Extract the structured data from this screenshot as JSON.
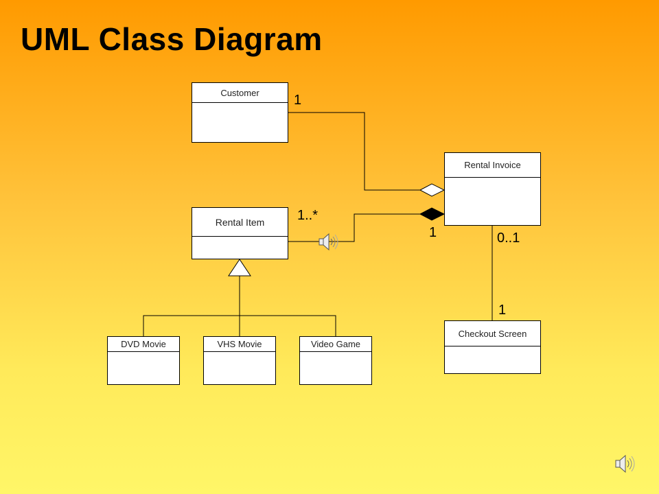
{
  "slide": {
    "title": "UML Class Diagram"
  },
  "classes": {
    "customer": "Customer",
    "rental_invoice": "Rental Invoice",
    "rental_item": "Rental Item",
    "checkout_screen": "Checkout Screen",
    "dvd_movie": "DVD Movie",
    "vhs_movie": "VHS Movie",
    "video_game": "Video Game"
  },
  "multiplicities": {
    "customer_end": "1",
    "rental_item_end": "1..*",
    "invoice_composition_end": "1",
    "invoice_checkout_end": "0..1",
    "checkout_end": "1"
  },
  "icons": {
    "audio_inline": "speaker-icon",
    "audio_corner": "speaker-icon"
  }
}
